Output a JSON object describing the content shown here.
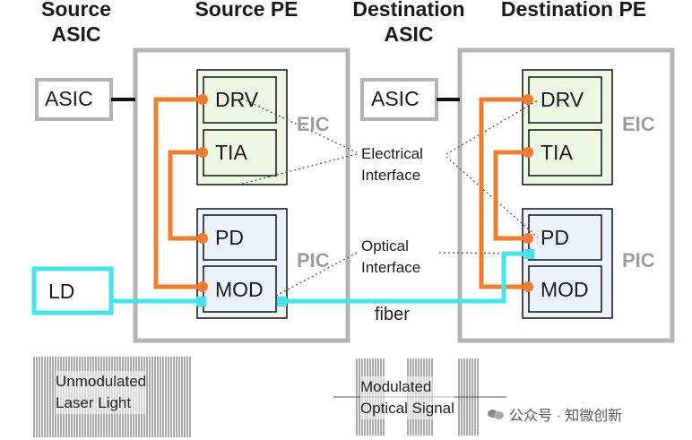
{
  "headers": {
    "source_asic": "Source\nASIC",
    "source_pe": "Source PE",
    "destination_asic": "Destination\nASIC",
    "destination_pe": "Destination PE"
  },
  "source": {
    "asic": "ASIC",
    "drv": "DRV",
    "tia": "TIA",
    "pd": "PD",
    "mod": "MOD",
    "eic": "EIC",
    "pic": "PIC",
    "ld": "LD"
  },
  "destination": {
    "asic": "ASIC",
    "drv": "DRV",
    "tia": "TIA",
    "pd": "PD",
    "mod": "MOD",
    "eic": "EIC",
    "pic": "PIC"
  },
  "annotations": {
    "electrical_interface": "Electrical\nInterface",
    "optical_interface": "Optical\nInterface",
    "fiber": "fiber"
  },
  "waveforms": {
    "unmodulated": "Unmodulated\nLaser Light",
    "modulated": "Modulated\nOptical Signal"
  },
  "watermark": "公众号 · 知微创新",
  "colors": {
    "frame_grey": "#b4b4b4",
    "eic_fill": "#eef6e4",
    "pic_fill": "#eaf3fb",
    "electrical_orange": "#f07c2c",
    "optical_cyan": "#3ee6ee",
    "pic_label_grey": "#9c9c9c"
  }
}
